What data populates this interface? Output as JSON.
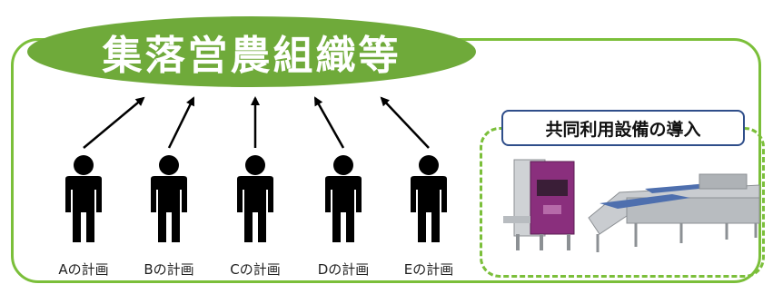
{
  "organization": {
    "title": "集落営農組織等"
  },
  "equipment": {
    "title": "共同利用設備の導入"
  },
  "persons": [
    {
      "label": "Aの計画"
    },
    {
      "label": "Bの計画"
    },
    {
      "label": "Cの計画"
    },
    {
      "label": "Dの計画"
    },
    {
      "label": "Eの計画"
    }
  ],
  "colors": {
    "frame_green": "#7bbf3a",
    "ellipse_green": "#6faa3a",
    "label_border": "#2f4e8a",
    "machine_purple": "#8a2f7d",
    "steel": "#b8bcc0"
  }
}
